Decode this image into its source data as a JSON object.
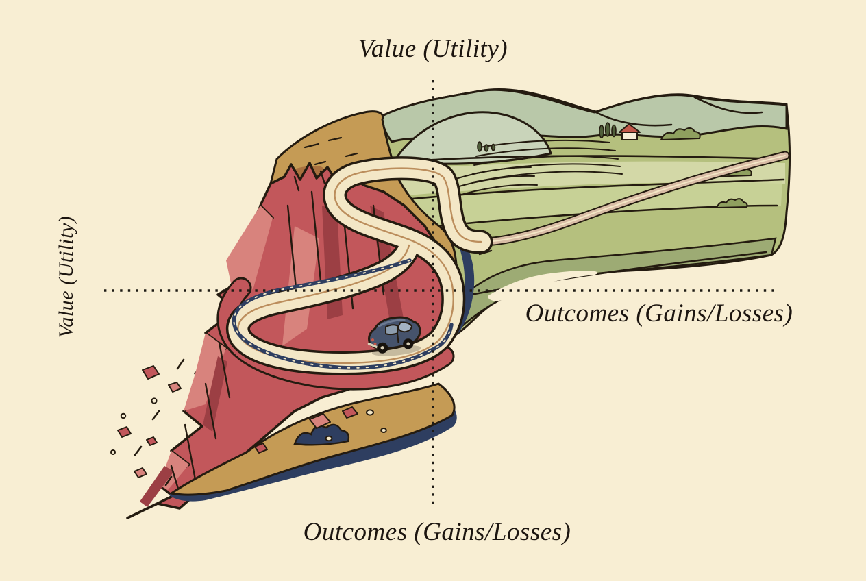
{
  "labels": {
    "top": "Value (Utility)",
    "left": "Value (Utility)",
    "right": "Outcomes (Gains/Losses)",
    "bottom": "Outcomes (Gains/Losses)"
  },
  "colors": {
    "background": "#f8eed3",
    "ink": "#241b10",
    "axis_dots": "#1e1b15",
    "label_text": "#1c1510",
    "cliff_red": "#c2575b",
    "cliff_red_light": "#d8837d",
    "cliff_red_deep": "#9c3f44",
    "ochre": "#c59b55",
    "ochre_shadow": "#a9713f",
    "road_surface": "#f3e7c6",
    "road_line": "#bb8d5c",
    "hills_road": "#d9bda6",
    "sage": "#b9c8a9",
    "sage_light": "#c9d4ba",
    "olive": "#b5c07e",
    "olive_light": "#ccd49c",
    "olive_pale": "#d8dcae",
    "green_slope": "#9dab74",
    "navy": "#2e3e60",
    "car_body": "#46536c",
    "car_window": "#a3b2c2",
    "barn_roof": "#c2584a",
    "barn_wall": "#f6edd6",
    "tree_green": "#4f5e3a"
  },
  "scene": {
    "elements": [
      "red-cliff",
      "winding-road",
      "hairpin-loop",
      "vintage-car",
      "green-hills",
      "farm-fields",
      "barn",
      "cypress-trees",
      "bushes",
      "guardrail",
      "falling-rocks",
      "talus-slope"
    ]
  }
}
